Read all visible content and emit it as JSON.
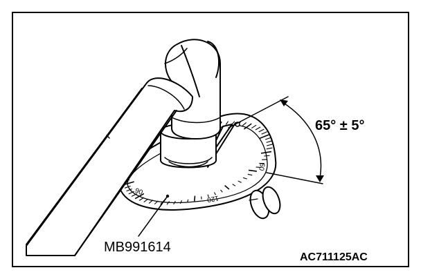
{
  "diagram": {
    "angle_label": "65° ± 5°",
    "tool_label": "MB991614",
    "figure_code": "AC711125AC",
    "dial_ticks": {
      "left_number": "90",
      "middle_number": "120",
      "right_number": "60"
    }
  }
}
